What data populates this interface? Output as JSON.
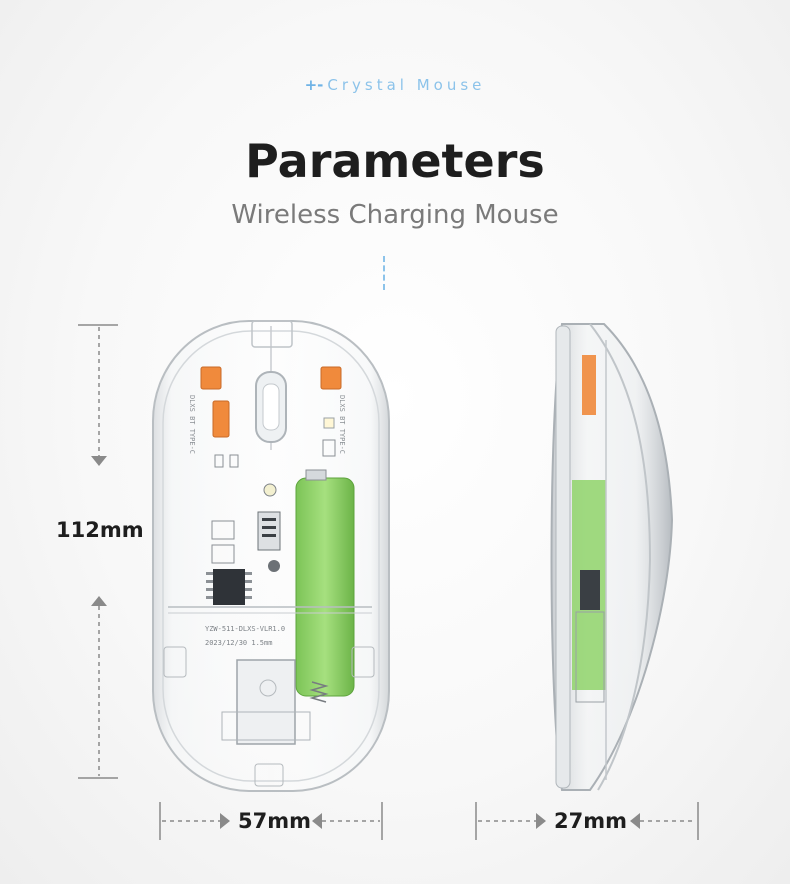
{
  "brand": {
    "plus_glyph": "+-",
    "text": "Crystal Mouse",
    "color": "#8cc3ea"
  },
  "title": "Parameters",
  "subtitle": "Wireless Charging Mouse",
  "dimensions": {
    "length": "112mm",
    "width": "57mm",
    "height": "27mm"
  },
  "pcb_text": {
    "line1": "YZW-511-DLXS-VLR1.0",
    "line2": "2023/12/30 1.5mm",
    "label_left": "DLXS BT TYPE-C",
    "label_right": "DLXS BT TYPE-C"
  },
  "colors": {
    "accent": "#8cc3ea",
    "battery": "#8fd46a",
    "switch": "#f08a3c"
  }
}
